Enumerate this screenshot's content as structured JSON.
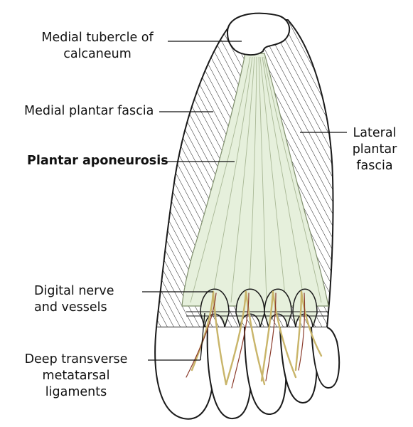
{
  "labels": {
    "medial_tubercle": [
      "Medial tubercle of",
      "calcaneum"
    ],
    "medial_plantar_fascia": "Medial plantar fascia",
    "plantar_aponeurosis": "Plantar aponeurosis",
    "lateral_plantar_fascia": [
      "Lateral",
      "plantar",
      "fascia"
    ],
    "digital_nerve": [
      "Digital nerve",
      "and vessels"
    ],
    "deep_transverse": [
      "Deep transverse",
      "metatarsal",
      "ligaments"
    ]
  },
  "colors": {
    "outline": "#1a1a1a",
    "aponeurosis_fill": "#e6f0dc",
    "aponeurosis_line": "#9fb08c",
    "nerve": "#c9b56a",
    "vessel": "#8a3a2a",
    "hatch": "#222222"
  }
}
